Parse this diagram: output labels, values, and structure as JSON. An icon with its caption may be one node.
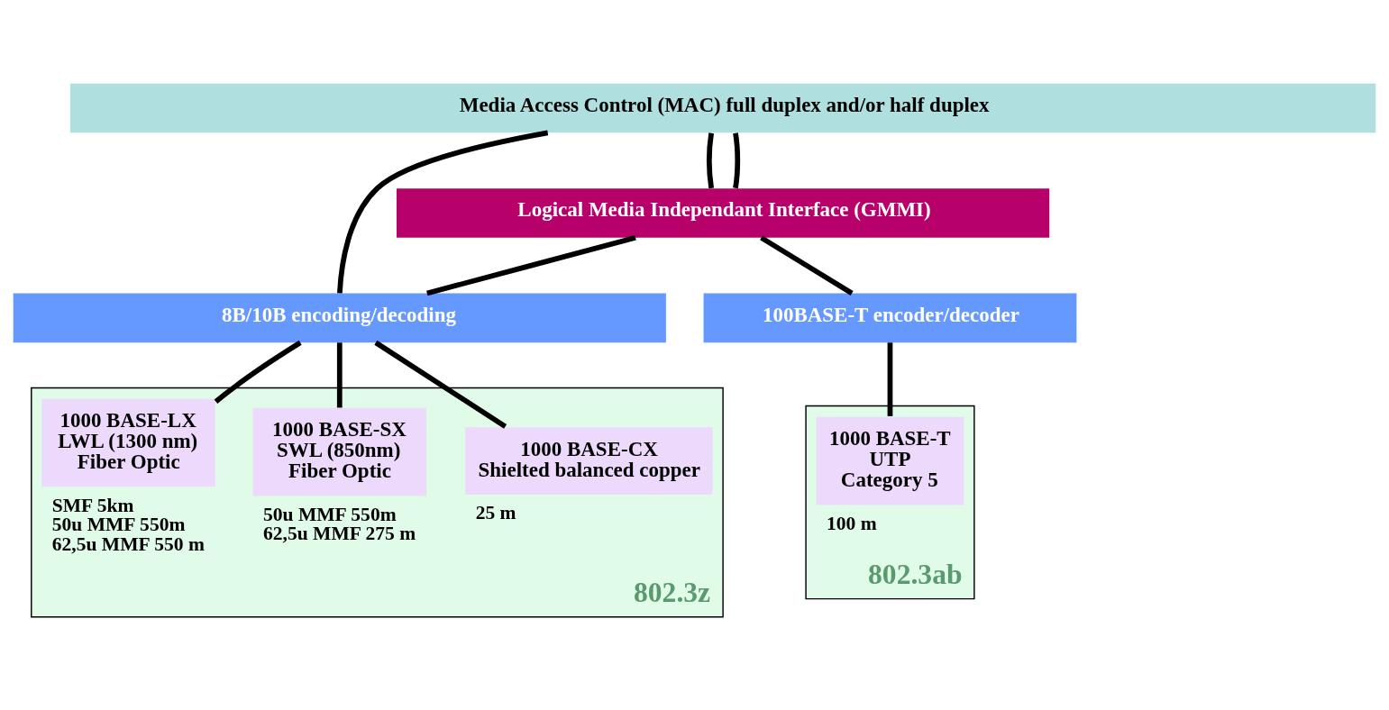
{
  "diagram": {
    "nodes": [
      {
        "text": [
          "Media Access Control (MAC) full duplex and/or half duplex"
        ]
      },
      {
        "text": [
          "Logical Media Independant Interface (GMMI)"
        ]
      },
      {
        "text": [
          "8B/10B encoding/decoding"
        ]
      },
      {
        "text": [
          "100BASE-T encoder/decoder"
        ]
      },
      {
        "text": [
          "802.3z"
        ]
      },
      {
        "text": [
          "1000 BASE-LX",
          "LWL (1300 nm)",
          "Fiber Optic"
        ],
        "in": 4,
        "beside": [
          "SMF 5km",
          "50u MMF 550m",
          "62,5u MMF 550 m"
        ]
      },
      {
        "text": [
          "1000 BASE-SX",
          "SWL (850nm)",
          "Fiber Optic"
        ],
        "in": 4,
        "beside": [
          "50u MMF 550m",
          "62,5u MMF 275 m"
        ]
      },
      {
        "text": [
          "1000 BASE-CX",
          "Shielted balanced copper"
        ],
        "in": 4,
        "beside": [
          "25 m"
        ]
      },
      {
        "text": [
          "802.3ab"
        ]
      },
      {
        "text": [
          "1000 BASE-T",
          "UTP",
          "Category 5"
        ],
        "in": 8,
        "beside": [
          "100 m"
        ]
      }
    ],
    "edges": [
      {
        "from": 0,
        "to": 2,
        "arrow": "none"
      },
      {
        "from": 0,
        "to": 1,
        "arrow": "none"
      },
      {
        "from": 1,
        "to": 2,
        "arrow": "none"
      },
      {
        "from": 2,
        "to": 7,
        "arrow": "none"
      },
      {
        "from": 0,
        "to": 1,
        "arrow": "none"
      },
      {
        "from": 1,
        "to": 3,
        "arrow": "none"
      },
      {
        "from": 3,
        "to": 9,
        "arrow": "none"
      },
      {
        "from": 2,
        "to": 5,
        "arrow": "none"
      },
      {
        "from": 2,
        "to": 6,
        "arrow": "none"
      }
    ]
  }
}
